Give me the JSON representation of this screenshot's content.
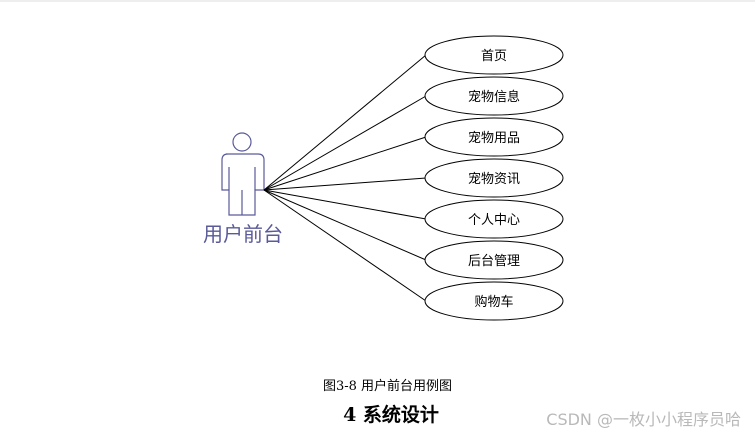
{
  "diagram": {
    "actor": {
      "label": "用户前台",
      "icon": "stick-figure-actor-icon",
      "color": "#5a5a9a"
    },
    "use_cases": [
      "首页",
      "宠物信息",
      "宠物用品",
      "宠物资讯",
      "个人中心",
      "后台管理",
      "购物车"
    ]
  },
  "caption": "图3-8  用户前台用例图",
  "section_heading": "4  系统设计",
  "watermark": "CSDN @一枚小小程序员哈"
}
